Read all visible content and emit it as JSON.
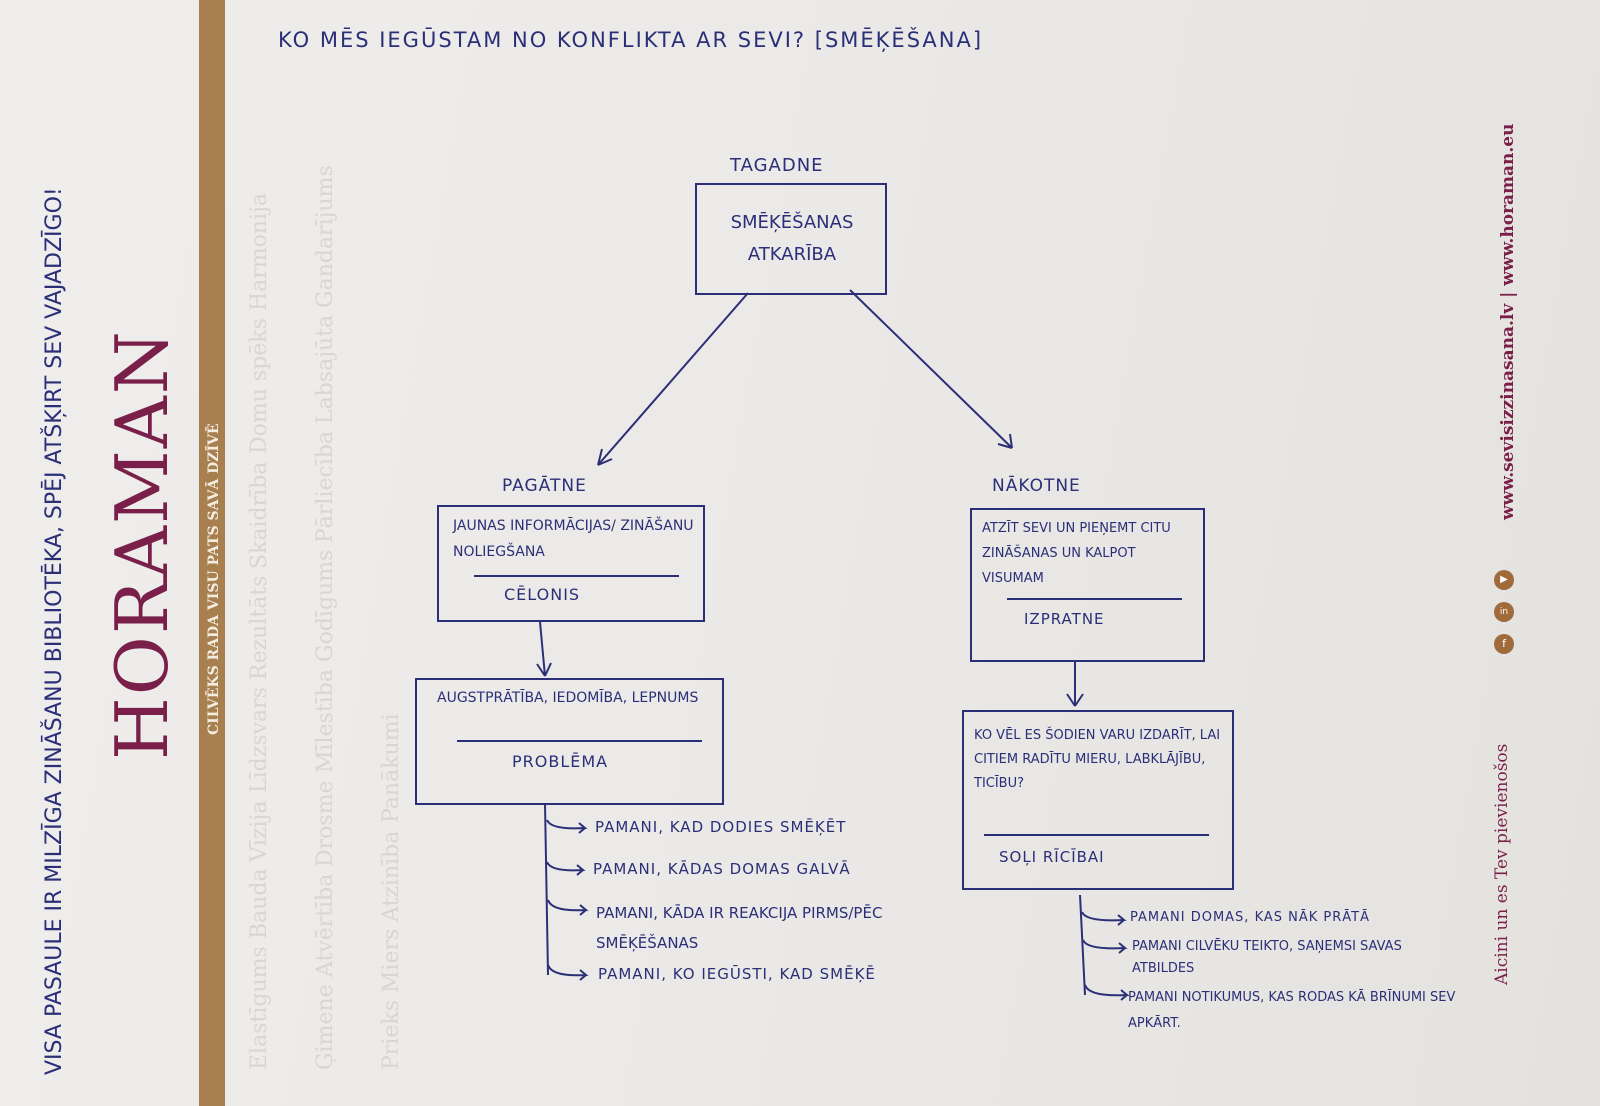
{
  "margin_note": "Visa pasaule ir milzīga zināšanu bibliotēka, spēj atšķirt sev vajadzīgo!",
  "brand": {
    "logo": "HORAMAN",
    "tagline": "CILVĒKS RADA VISU PATS SAVĀ DZĪVĒ",
    "websites": "www.sevisizzinasana.lv | www.horaman.eu",
    "invite": "Aicini un es Tev pievienošos",
    "colors": {
      "brand": "#7a1f4a",
      "strip": "#a88050",
      "ink": "#2b2f78"
    }
  },
  "watermark_words": [
    "Elastīgums",
    "Bauda",
    "Vīzija",
    "Līdzsvars",
    "Rezultāts",
    "Skaidrība",
    "Domu spēks",
    "Harmonija",
    "Ģimene",
    "Atvērtība",
    "Drosme",
    "Mīlestība",
    "Godīgums",
    "Pārliecība",
    "Labsajūta",
    "Gandarījums",
    "Prieks",
    "Miers",
    "Atzinība",
    "Panākumi"
  ],
  "diagram": {
    "title": "Ko mēs iegūstam no konflikta ar sevi? [Smēķēšana]",
    "present": {
      "label": "Tagadne",
      "text": "Smēķēšanas atkarība"
    },
    "past": {
      "label": "Pagātne",
      "box1": {
        "text": "Jaunas informācijas/ zināšanu noliegšana",
        "caption": "Cēlonis"
      },
      "box2": {
        "text": "Augstprātība, iedomība, lepnums",
        "caption": "Problēma"
      },
      "items": [
        "Pamani, kad dodies smēķēt",
        "Pamani, kādas domas galvā",
        "Pamani, kāda ir reakcija pirms/pēc smēķēšanas",
        "Pamani, ko iegūsti, kad smēķē"
      ]
    },
    "future": {
      "label": "Nākotne",
      "box1": {
        "text": "Atzīt sevi un pieņemt citu zināšanas un kalpot visumam",
        "caption": "Izpratne"
      },
      "box2": {
        "text": "Ko vēl es šodien varu izdarīt, lai citiem radītu mieru, labklājību, ticību?",
        "caption": "Soļi rīcībai"
      },
      "items": [
        "Pamani domas, kas nāk prātā",
        "Pamani cilvēku teikto, saņemsi savas atbildes",
        "Pamani notikumus, kas rodas kā brīnumi sev apkārt."
      ]
    }
  }
}
